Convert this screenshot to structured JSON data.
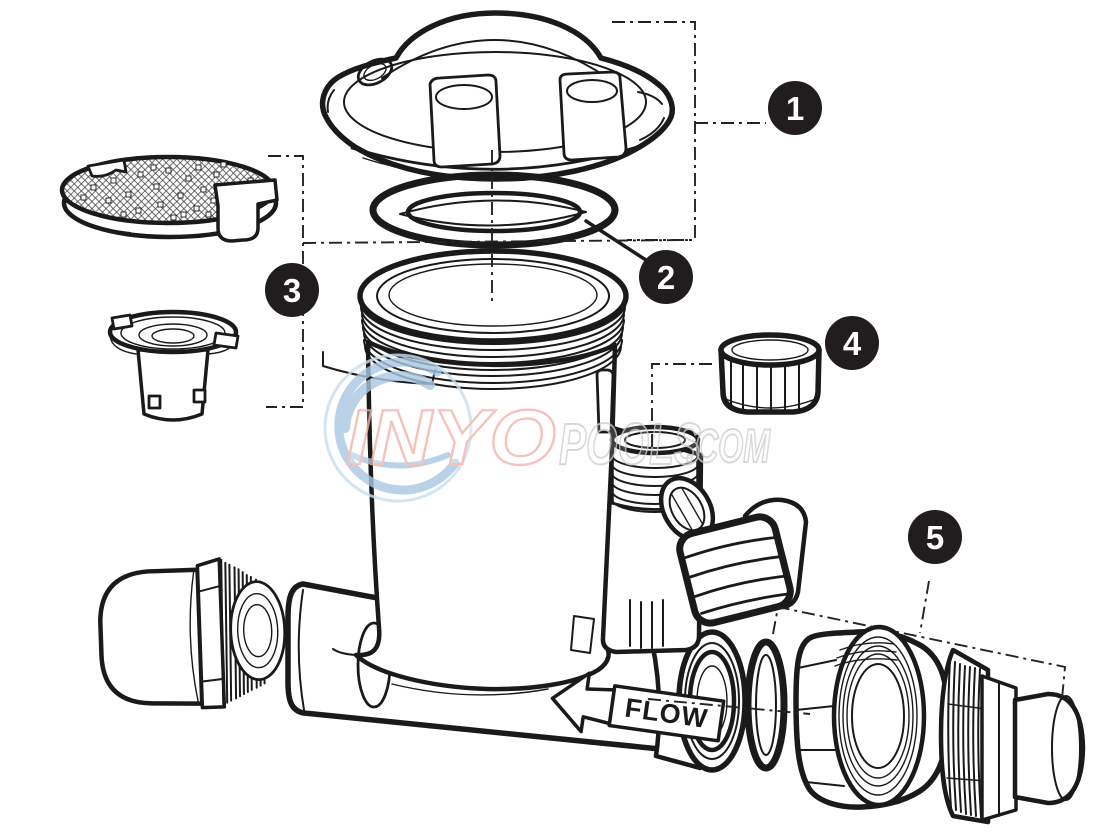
{
  "labels": {
    "flow": "FLOW"
  },
  "watermark": {
    "brand_primary": "INYO",
    "brand_secondary": "POOLS",
    "brand_suffix": ".COM"
  },
  "callouts": [
    {
      "number": "1"
    },
    {
      "number": "2"
    },
    {
      "number": "3"
    },
    {
      "number": "4"
    },
    {
      "number": "5"
    }
  ],
  "colors": {
    "line": "#1a1a1a",
    "callout_bg": "#211d1e",
    "callout_text": "#ffffff",
    "watermark_pink": "#f2b3a9",
    "watermark_gray": "#cfcfcf",
    "watermark_blue": "#aac8e3",
    "background": "#ffffff"
  }
}
